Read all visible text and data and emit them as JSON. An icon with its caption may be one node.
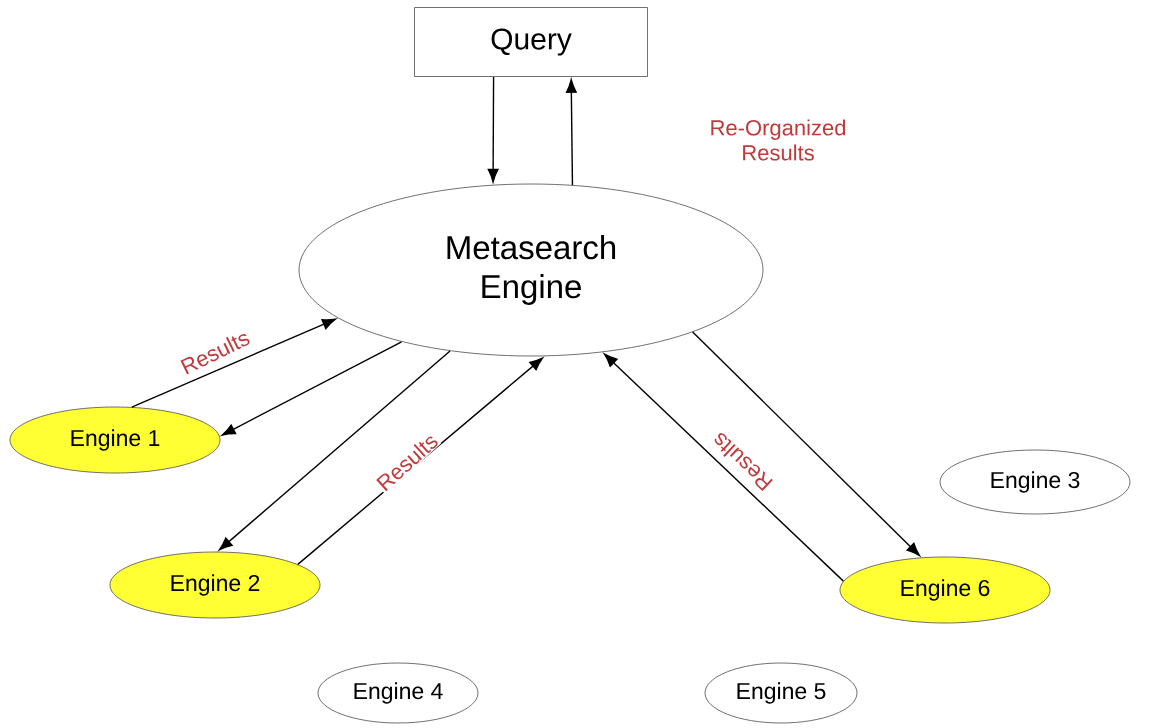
{
  "diagram": {
    "nodes": [
      {
        "text": [
          "Query"
        ]
      },
      {
        "text": [
          "Metasearch Engine"
        ]
      },
      {
        "text": [
          "Engine 1"
        ]
      },
      {
        "text": [
          "Engine 3"
        ]
      },
      {
        "text": [
          "Engine 2"
        ]
      },
      {
        "text": [
          "Engine 6"
        ]
      },
      {
        "text": [
          "Engine 4"
        ]
      },
      {
        "text": [
          "Engine 5"
        ]
      }
    ],
    "edges": [
      {
        "from": 0,
        "to": 1,
        "arrow": "to"
      },
      {
        "from": 1,
        "to": 0,
        "arrow": "to"
      },
      {
        "from": 2,
        "to": 1,
        "arrow": "to",
        "label": "Results"
      },
      {
        "from": 1,
        "to": 2,
        "arrow": "to"
      },
      {
        "from": 1,
        "to": 4,
        "arrow": "to"
      },
      {
        "from": 4,
        "to": 1,
        "arrow": "to",
        "label": "Results"
      },
      {
        "from": 5,
        "to": 1,
        "arrow": "to",
        "label": "Results"
      },
      {
        "from": 1,
        "to": 5,
        "arrow": "to"
      }
    ],
    "labels": [
      "Re-Organized Results"
    ]
  }
}
